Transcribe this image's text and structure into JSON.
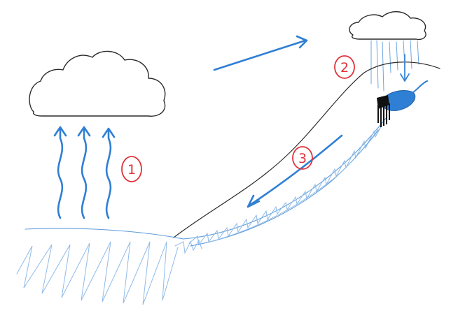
{
  "markers": [
    {
      "label": "1"
    },
    {
      "label": "2"
    },
    {
      "label": "3"
    }
  ],
  "colors": {
    "ink": "#2a2a2a",
    "water": "#5b9bdc",
    "arrow": "#2f7fd4",
    "marker": "#e0323a",
    "lake": "#2f7fd4",
    "structure": "#111111"
  }
}
